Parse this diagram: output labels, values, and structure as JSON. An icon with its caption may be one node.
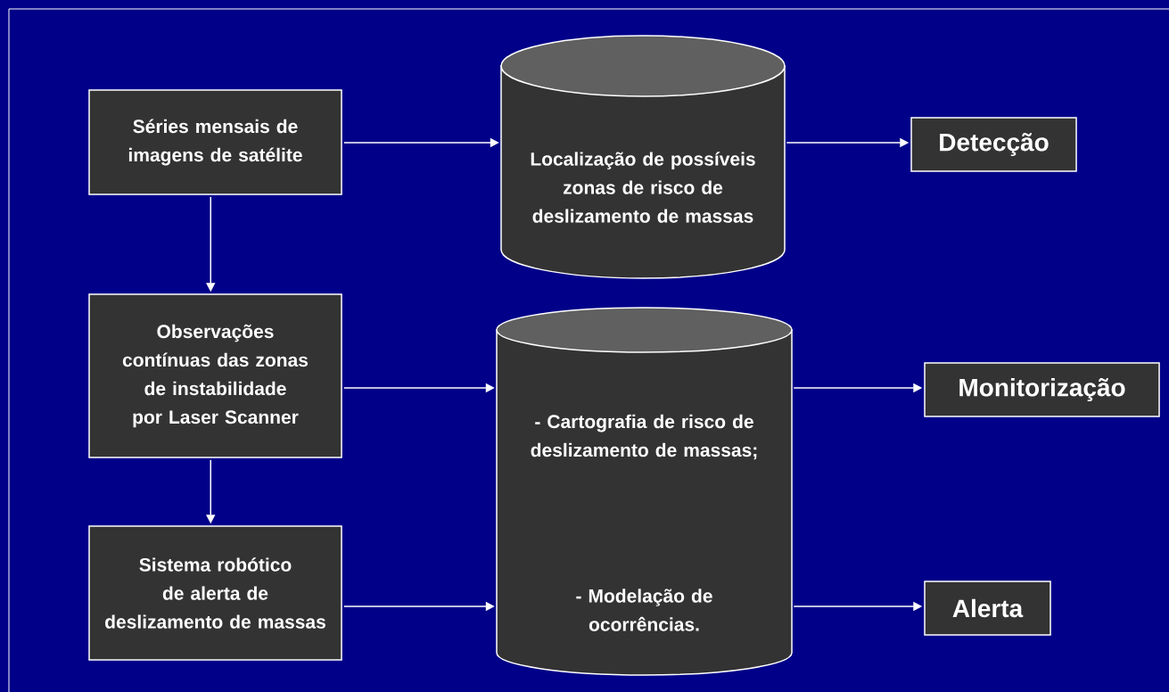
{
  "diagram": {
    "nodes": [
      {
        "text": [
          "Séries mensais de imagens de satélite"
        ]
      },
      {
        "text": [
          "Observações contínuas das zonas de instabilidade por Laser Scanner"
        ]
      },
      {
        "text": [
          "Sistema robótico de alerta de deslizamento de massas"
        ]
      },
      {
        "text": [
          "Localização de possíveis zonas de risco de deslizamento de massas"
        ]
      },
      {
        "text": [
          "- Cartografia de risco de deslizamento de massas;",
          "- Modelação de ocorrências."
        ]
      },
      {
        "text": [
          "Detecção"
        ]
      },
      {
        "text": [
          "Monitorização"
        ]
      },
      {
        "text": [
          "Alerta"
        ]
      }
    ],
    "edges": [
      {
        "from": 0,
        "to": 1,
        "arrow": "to"
      },
      {
        "from": 1,
        "to": 2,
        "arrow": "to"
      },
      {
        "from": 0,
        "to": 3,
        "arrow": "to"
      },
      {
        "from": 1,
        "to": 4,
        "arrow": "to"
      },
      {
        "from": 2,
        "to": 4,
        "arrow": "to"
      },
      {
        "from": 3,
        "to": 5,
        "arrow": "to"
      },
      {
        "from": 4,
        "to": 6,
        "arrow": "to"
      },
      {
        "from": 4,
        "to": 7,
        "arrow": "to"
      }
    ]
  }
}
